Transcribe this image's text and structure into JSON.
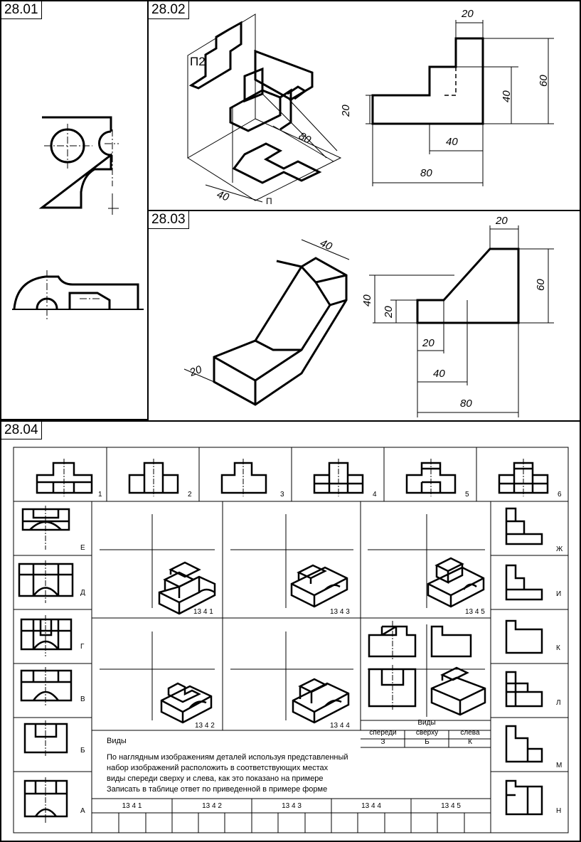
{
  "panels": {
    "p1": {
      "tag": "28.01"
    },
    "p2": {
      "tag": "28.02",
      "plane_label": "П2",
      "plane_label_2": "П",
      "dims": [
        "20",
        "60",
        "40",
        "20",
        "40",
        "80",
        "80",
        "40"
      ]
    },
    "p3": {
      "tag": "28.03",
      "dims": [
        "40",
        "20",
        "20",
        "60",
        "40",
        "20",
        "20",
        "40",
        "80"
      ]
    },
    "p4": {
      "tag": "28.04",
      "top_numbers": [
        "1",
        "2",
        "3",
        "4",
        "5",
        "6"
      ],
      "left_letters": [
        "Е",
        "Д",
        "Г",
        "В",
        "Б",
        "А"
      ],
      "right_letters": [
        "Ж",
        "И",
        "К",
        "Л",
        "М",
        "Н"
      ],
      "part_codes": [
        "13 4 1",
        "13 4 3",
        "13 4 5",
        "13 4 2",
        "13 4 4"
      ],
      "example_table": {
        "title": "Виды",
        "headers": [
          "спереди",
          "сверху",
          "слева"
        ],
        "values": [
          "З",
          "Б",
          "К"
        ]
      },
      "instructions": {
        "title": "Виды",
        "lines": [
          "По наглядным изображениям деталей  используя представленный",
          "набор изображений  расположить в соответствующих местах",
          "виды спереди  сверху и слева, как это показано на примере",
          "Записать в таблице ответ по приведенной в примере форме"
        ]
      },
      "answer_table": {
        "headers": [
          "13 4 1",
          "13 4 2",
          "13 4 3",
          "13 4 4",
          "13 4 5"
        ]
      }
    }
  }
}
